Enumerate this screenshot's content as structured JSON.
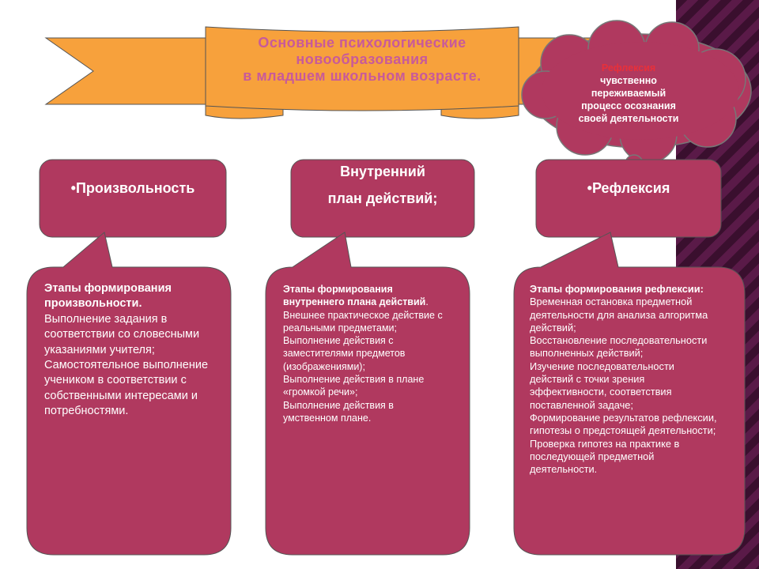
{
  "colors": {
    "banner": "#f7a13c",
    "box": "#b0395f",
    "cloud": "#b0395f",
    "banner_text": "#c85a9a",
    "stripe_dark": "#3a0f2e",
    "stripe_light": "#5a1a48"
  },
  "banner": {
    "line1": "Основные психологические",
    "line2": "новообразования",
    "line3": "в младшем школьном возрасте."
  },
  "cloud": {
    "highlight": "Рефлексия",
    "line1": "чувственно",
    "line2": "переживаемый",
    "line3": "процесс осознания",
    "line4": "своей деятельности"
  },
  "boxes": {
    "b1": "Произвольность",
    "b2_line1": "Внутренний",
    "b2_line2": "план действий;",
    "b3": "Рефлексия"
  },
  "bubble1": {
    "title": "Этапы формирования произвольности.",
    "body": "Выполнение задания в соответствии со словесными указаниями учителя; Самостоятельное выполнение учеником в соответствии с собственными интересами и потребностями."
  },
  "bubble2": {
    "title": "Этапы формирования внутреннего плана действий",
    "items": [
      "Внешнее практическое действие с реальными предметами;",
      "Выполнение действия с заместителями предметов (изображениями);",
      "Выполнение действия в плане «громкой речи»;",
      "Выполнение действия в умственном плане."
    ]
  },
  "bubble3": {
    "title": "Этапы формирования рефлексии:",
    "items": [
      "Временная остановка предметной деятельности для анализа алгоритма действий;",
      "Восстановление последовательности выполненных действий;",
      "Изучение последовательности действий с точки зрения эффективности, соответствия поставленной задаче;",
      "Формирование результатов рефлексии, гипотезы о предстоящей деятельности;",
      "Проверка гипотез на практике в последующей предметной деятельности."
    ]
  }
}
